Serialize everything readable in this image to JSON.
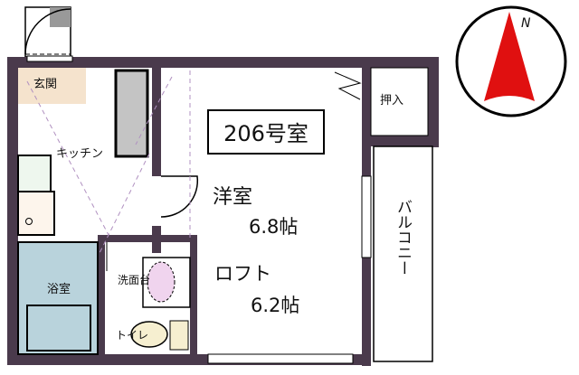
{
  "room_number": "206号室",
  "rooms": {
    "entrance": "玄関",
    "kitchen": "キッチン",
    "western_room": "洋室",
    "western_room_size": "6.8帖",
    "loft": "ロフト",
    "loft_size": "6.2帖",
    "closet": "押入",
    "balcony": "バルコニー",
    "bath": "浴室",
    "washroom": "洗面台",
    "toilet": "トイレ"
  },
  "compass": {
    "label": "N",
    "color": "#e01010"
  },
  "colors": {
    "wall": "#4a3a4c",
    "bath": "#b9d3dc",
    "entrance": "#f3dcc0",
    "sink": "#f0d4ee",
    "toilet": "#f6efd0"
  }
}
